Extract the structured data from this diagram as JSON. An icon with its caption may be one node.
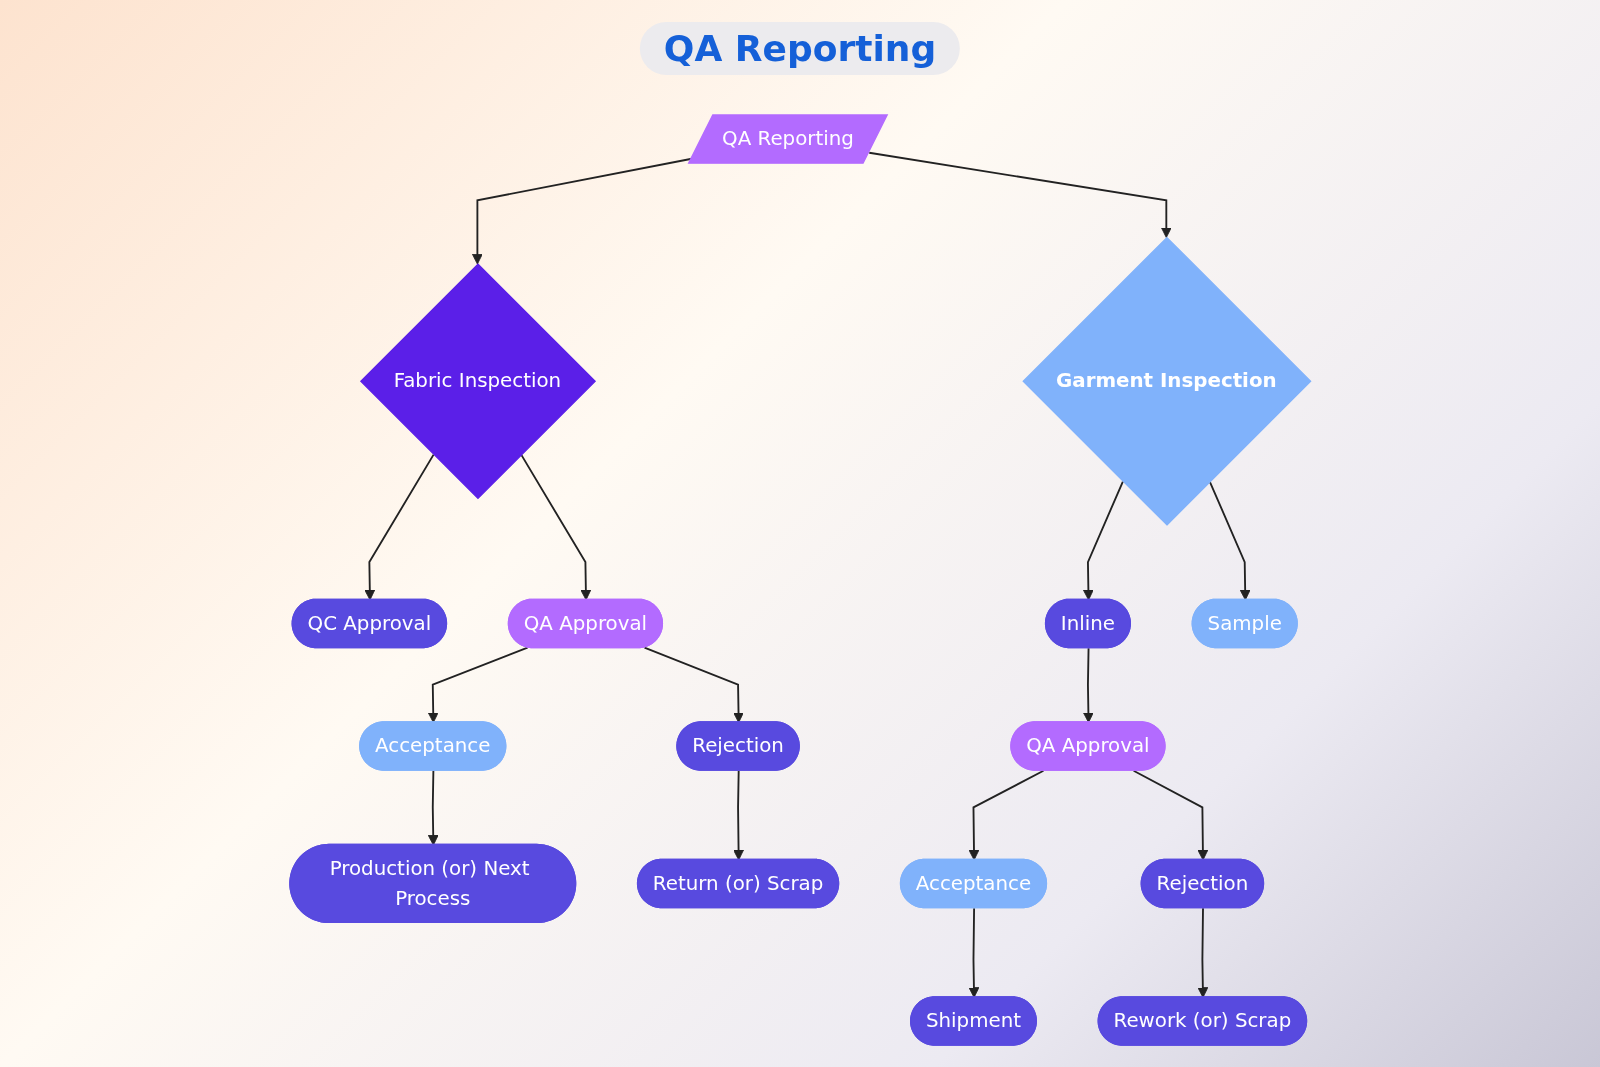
{
  "diagram": {
    "title": "QA Reporting",
    "nodes": [
      {
        "text": [
          "QA Reporting"
        ]
      },
      {
        "text": [
          "Fabric Inspection"
        ]
      },
      {
        "text": [
          "QC Approval"
        ]
      },
      {
        "text": [
          "QA Approval"
        ]
      },
      {
        "text": [
          "Production (or) Next Process"
        ]
      },
      {
        "text": [
          "Acceptance"
        ]
      },
      {
        "text": [
          "Rejection"
        ]
      },
      {
        "text": [
          "Return (or) Scrap"
        ]
      },
      {
        "text": [
          "Garment Inspection"
        ]
      },
      {
        "text": [
          "Inline"
        ]
      },
      {
        "text": [
          "Sample"
        ]
      },
      {
        "text": [
          "QA Approval"
        ]
      },
      {
        "text": [
          "Acceptance"
        ]
      },
      {
        "text": [
          "Rejection"
        ]
      },
      {
        "text": [
          "Shipment"
        ]
      },
      {
        "text": [
          "Rework (or) Scrap"
        ]
      }
    ],
    "edges": [
      {
        "from": 0,
        "to": 1,
        "arrow": "to"
      },
      {
        "from": 0,
        "to": 8,
        "arrow": "to"
      },
      {
        "from": 1,
        "to": 2,
        "arrow": "to"
      },
      {
        "from": 1,
        "to": 3,
        "arrow": "to"
      },
      {
        "from": 3,
        "to": 5,
        "arrow": "to"
      },
      {
        "from": 3,
        "to": 6,
        "arrow": "to"
      },
      {
        "from": 5,
        "to": 4,
        "arrow": "to"
      },
      {
        "from": 6,
        "to": 7,
        "arrow": "to"
      },
      {
        "from": 8,
        "to": 9,
        "arrow": "to"
      },
      {
        "from": 8,
        "to": 10,
        "arrow": "to"
      },
      {
        "from": 9,
        "to": 11,
        "arrow": "to"
      },
      {
        "from": 11,
        "to": 12,
        "arrow": "to"
      },
      {
        "from": 11,
        "to": 13,
        "arrow": "to"
      },
      {
        "from": 12,
        "to": 14,
        "arrow": "to"
      },
      {
        "from": 13,
        "to": 15,
        "arrow": "to"
      }
    ]
  }
}
